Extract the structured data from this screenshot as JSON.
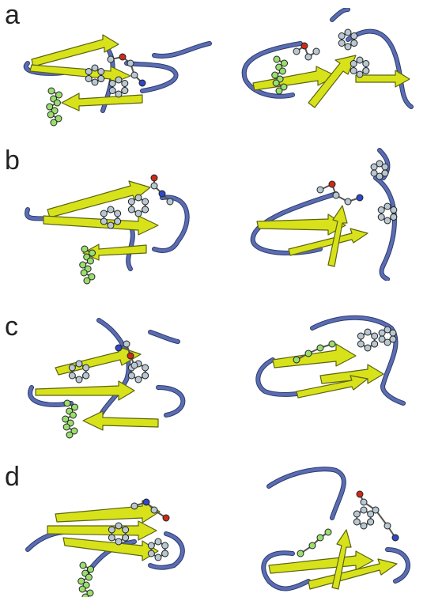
{
  "figure": {
    "panels": [
      {
        "label": "a"
      },
      {
        "label": "b"
      },
      {
        "label": "c"
      },
      {
        "label": "d"
      }
    ]
  },
  "colors": {
    "strand": "#d8e21a",
    "strand_edge": "#5b6412",
    "loop": "#5a6db2",
    "loop_edge": "#2e3a6e",
    "atom_carbon": "#b8c8d2",
    "atom_nitrogen": "#2f47c9",
    "atom_oxygen": "#cc2a1a",
    "atom_ligand": "#9ade6e",
    "atom_edge": "#222222",
    "label": "#222222"
  }
}
